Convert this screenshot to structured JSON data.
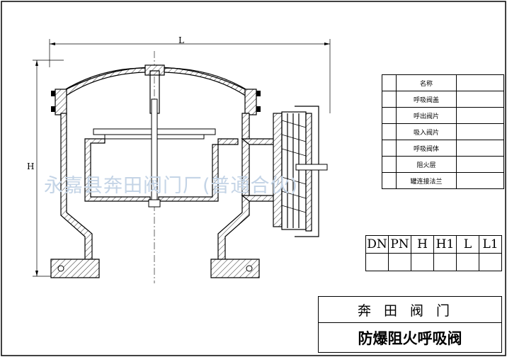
{
  "dimensions": {
    "length_label": "L",
    "height_label": "H"
  },
  "watermark": "永嘉县奔田阀门厂(普通合伙)",
  "parts_table": {
    "rows": [
      "名称",
      "呼吸阀盖",
      "呼出阀片",
      "吸入阀片",
      "呼吸阀体",
      "阻火层",
      "罐连接法兰"
    ]
  },
  "spec_table": {
    "headers": [
      "DN",
      "PN",
      "H",
      "H1",
      "L",
      "L1"
    ]
  },
  "title_block": {
    "company": "奔田阀门",
    "product": "防爆阻火呼吸阀"
  }
}
